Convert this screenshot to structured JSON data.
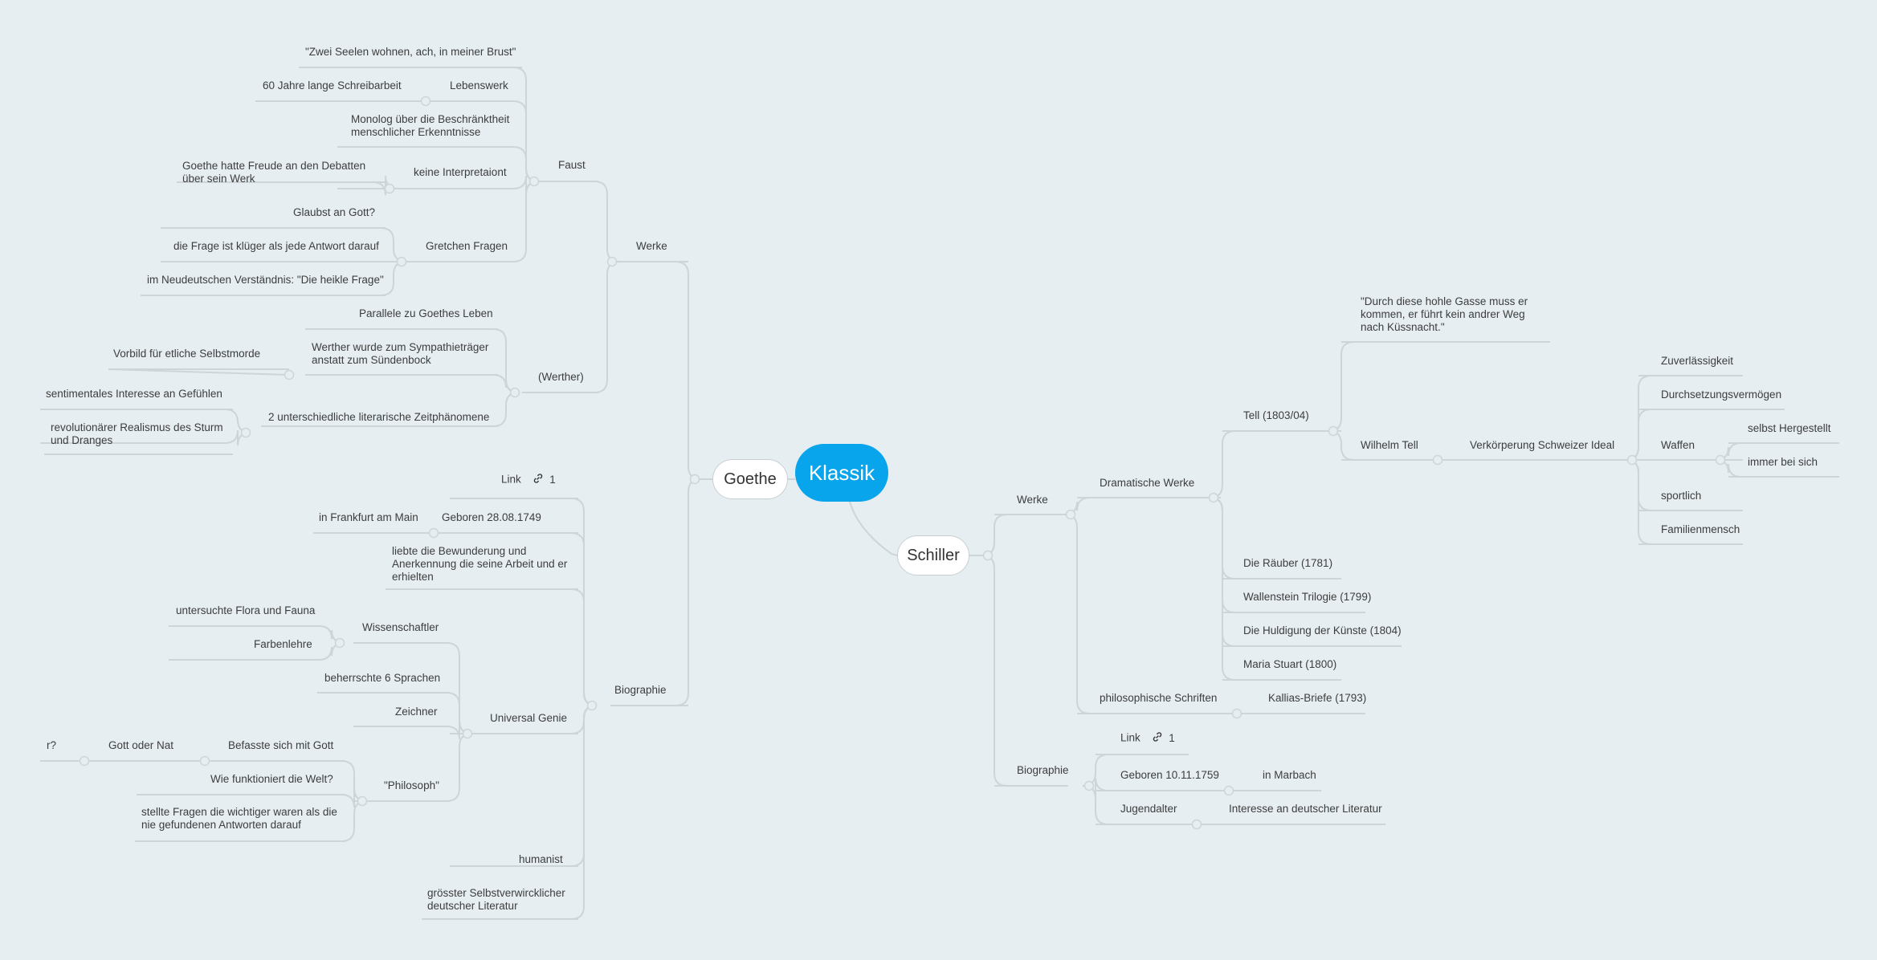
{
  "root": "Klassik",
  "goethe": {
    "title": "Goethe",
    "werke": "Werke",
    "faust": "Faust",
    "zwei_seelen": "\"Zwei Seelen wohnen, ach, in meiner Brust\"",
    "lebenswerk": "Lebenswerk",
    "sechzig_jahre": "60 Jahre lange Schreibarbeit",
    "monolog": "Monolog über die Beschränktheit menschlicher Erkenntnisse",
    "keine_interp": "keine Interpretaiont",
    "debatten": "Goethe hatte Freude an den Debatten über sein Werk",
    "gretchen": "Gretchen Fragen",
    "glaubst": "Glaubst an Gott?",
    "frage_klueger": "die Frage ist klüger als jede Antwort darauf",
    "neudeutsch": "im Neudeutschen Verständnis: \"Die heikle Frage\"",
    "werther": "(Werther)",
    "parallele": "Parallele zu Goethes Leben",
    "sympathie": "Werther wurde zum Sympathieträger anstatt zum Sündenbock",
    "vorbild": "Vorbild für etliche Selbstmorde",
    "zwei_phaen": "2 unterschiedliche literarische Zeitphänomene",
    "sentimental": "sentimentales Interesse an Gefühlen",
    "realismus": "revolutionärer Realismus des Sturm und Dranges",
    "biographie": "Biographie",
    "link": "Link",
    "link_count": "1",
    "geboren": "Geboren 28.08.1749",
    "frankfurt": "in Frankfurt am Main",
    "liebte": "liebte die Bewunderung und Anerkennung die seine Arbeit und er erhielten",
    "universal": "Universal Genie",
    "wissenschaftler": "Wissenschaftler",
    "flora": "untersuchte Flora und Fauna",
    "farbenlehre": "Farbenlehre",
    "sprachen": "beherrschte 6 Sprachen",
    "zeichner": "Zeichner",
    "philosoph": "\"Philosoph\"",
    "befasste": "Befasste sich mit Gott",
    "gott_oder_nat": "Gott oder Nat",
    "r": "r?",
    "wie_funktioniert": "Wie funktioniert die Welt?",
    "stellte": "stellte Fragen die wichtiger waren als die nie gefundenen Antworten darauf",
    "humanist": "humanist",
    "groesster": "grösster Selbstverwircklicher deutscher Literatur"
  },
  "schiller": {
    "title": "Schiller",
    "werke": "Werke",
    "dramatische": "Dramatische Werke",
    "tell": "Tell (1803/04)",
    "hohle_gasse": "\"Durch diese hohle Gasse muss er kommen, er führt kein andrer Weg nach Küssnacht.\"",
    "wilhelm_tell": "Wilhelm Tell",
    "verkoerperung": "Verkörperung Schweizer Ideal",
    "zuverlaessigkeit": "Zuverlässigkeit",
    "durchsetzung": "Durchsetzungsvermögen",
    "waffen": "Waffen",
    "selbst_hergestellt": "selbst Hergestellt",
    "immer_bei_sich": "immer bei sich",
    "sportlich": "sportlich",
    "familienmensch": "Familienmensch",
    "raeuber": "Die Räuber (1781)",
    "wallenstein": "Wallenstein Trilogie (1799)",
    "huldigung": "Die Huldigung der Künste (1804)",
    "maria": "Maria Stuart (1800)",
    "philosophische": "philosophische Schriften",
    "kallias": "Kallias-Briefe (1793)",
    "biographie": "Biographie",
    "link": "Link",
    "link_count": "1",
    "geboren": "Geboren 10.11.1759",
    "marbach": "in Marbach",
    "jugendalter": "Jugendalter",
    "interesse": "Interesse an deutscher Literatur"
  },
  "colors": {
    "accent": "#08a4ec",
    "background": "#e6eef2",
    "edge": "#ced5d9"
  },
  "icons": [
    "link-icon"
  ]
}
